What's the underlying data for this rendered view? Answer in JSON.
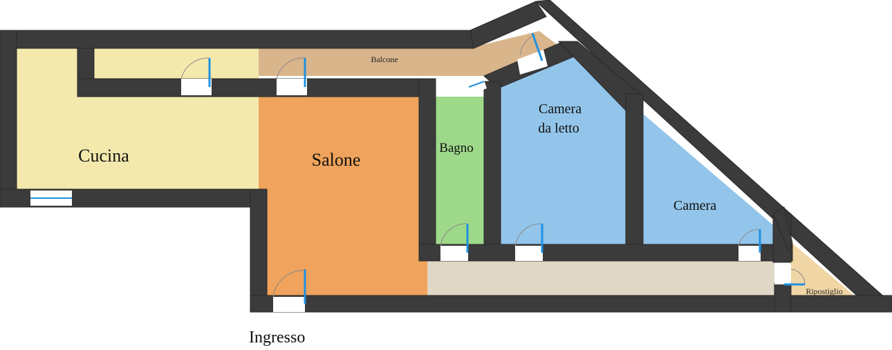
{
  "colors": {
    "wall": "#3b3b3b",
    "cucina": "#f4e9ad",
    "salone": "#efa35c",
    "bagno": "#9ed98a",
    "camera_da_letto": "#93c5ea",
    "camera": "#93c5ea",
    "balcone": "#d9b58c",
    "corridoio": "#e1d7c6",
    "ripostiglio": "#f1d6a5",
    "door_leaf": "#1e90e0",
    "opening": "#ffffff"
  },
  "rooms": {
    "cucina": "Cucina",
    "salone": "Salone",
    "bagno": "Bagno",
    "camera_da_letto_1": "Camera",
    "camera_da_letto_2": "da letto",
    "camera": "Camera",
    "balcone": "Balcone",
    "ripostiglio": "Ripostiglio"
  },
  "entrance": "Ingresso",
  "icons": {
    "door": "door-swing-icon",
    "window": "window-icon"
  }
}
